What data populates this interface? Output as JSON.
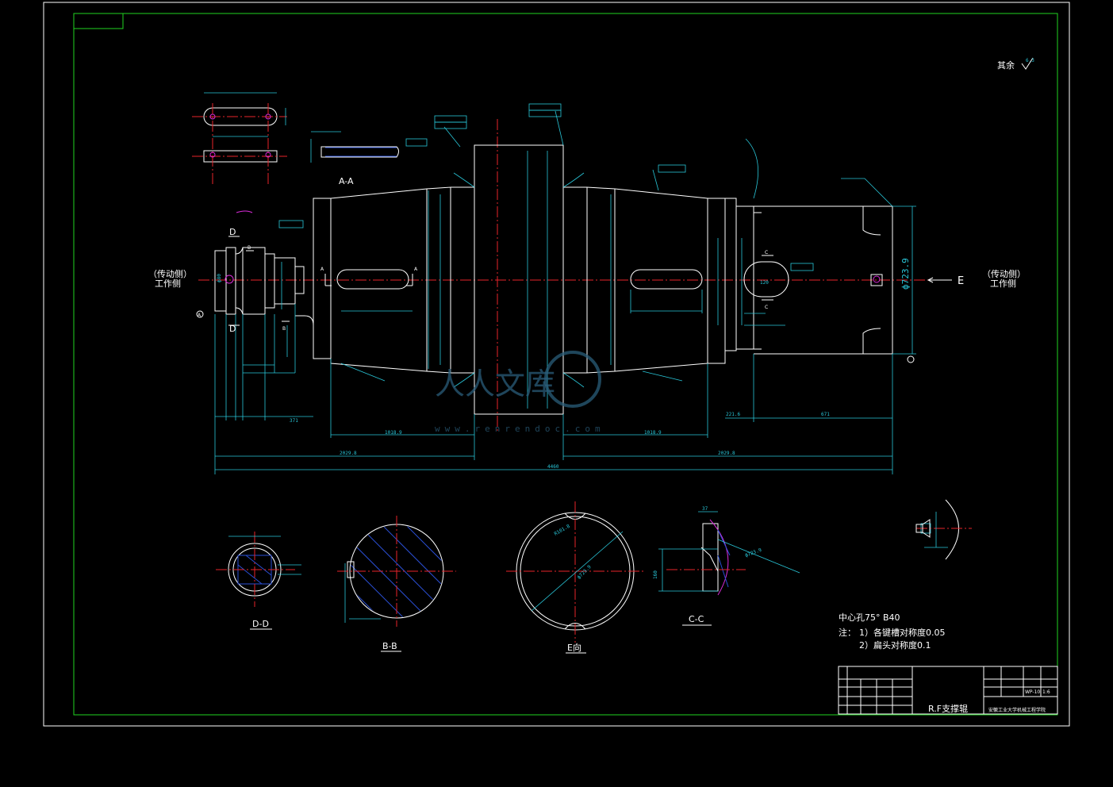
{
  "colors": {
    "background": "#000000",
    "outline": "#ffffff",
    "dimension": "#29c6d8",
    "centerline": "#e8232a",
    "frame": "#21d321",
    "hatch": "#2a4fd4"
  },
  "drawing": {
    "roughness_note": "其余",
    "roughness_symbol": "6.3",
    "left_label_top": "（传动侧）",
    "left_label_bottom": "工作侧",
    "right_label_top": "（传动侧）",
    "right_label_bottom": "工作侧",
    "section_aa": "A-A",
    "view_arrow_e": "E",
    "label_a": "A",
    "label_b": "B",
    "label_c": "C",
    "label_d": "D",
    "datum_a": "A",
    "dia_right": "ф723.9",
    "dia_end": "ф80",
    "key_depth": "120",
    "overall_len": "4460",
    "len_left": "2029.8",
    "len_right": "2029.8",
    "len_a": "1018.9",
    "len_b": "1018.9",
    "len_c": "371",
    "len_d": "221.6",
    "len_e": "671"
  },
  "sections": {
    "dd": "D-D",
    "bb": "B-B",
    "e_view": "E向",
    "cc": "C-C",
    "e_dia": "ф723.9",
    "e_r": "R101.8",
    "cc_dia": "ф723.9",
    "cc_h": "160",
    "cc_w": "37"
  },
  "notes": {
    "center_hole": "中心孔75° B40",
    "note_prefix": "注：",
    "note1": "1）各键槽对称度0.05",
    "note2": "2）扁头对称度0.1"
  },
  "title_block": {
    "part_name": "R.F支撑辊",
    "school": "安徽工业大学机械工程学院",
    "scale": "1:6",
    "drawing_no": "WP-10"
  },
  "watermark": {
    "text": "人人文库",
    "url": "www.renrendoc.com"
  }
}
